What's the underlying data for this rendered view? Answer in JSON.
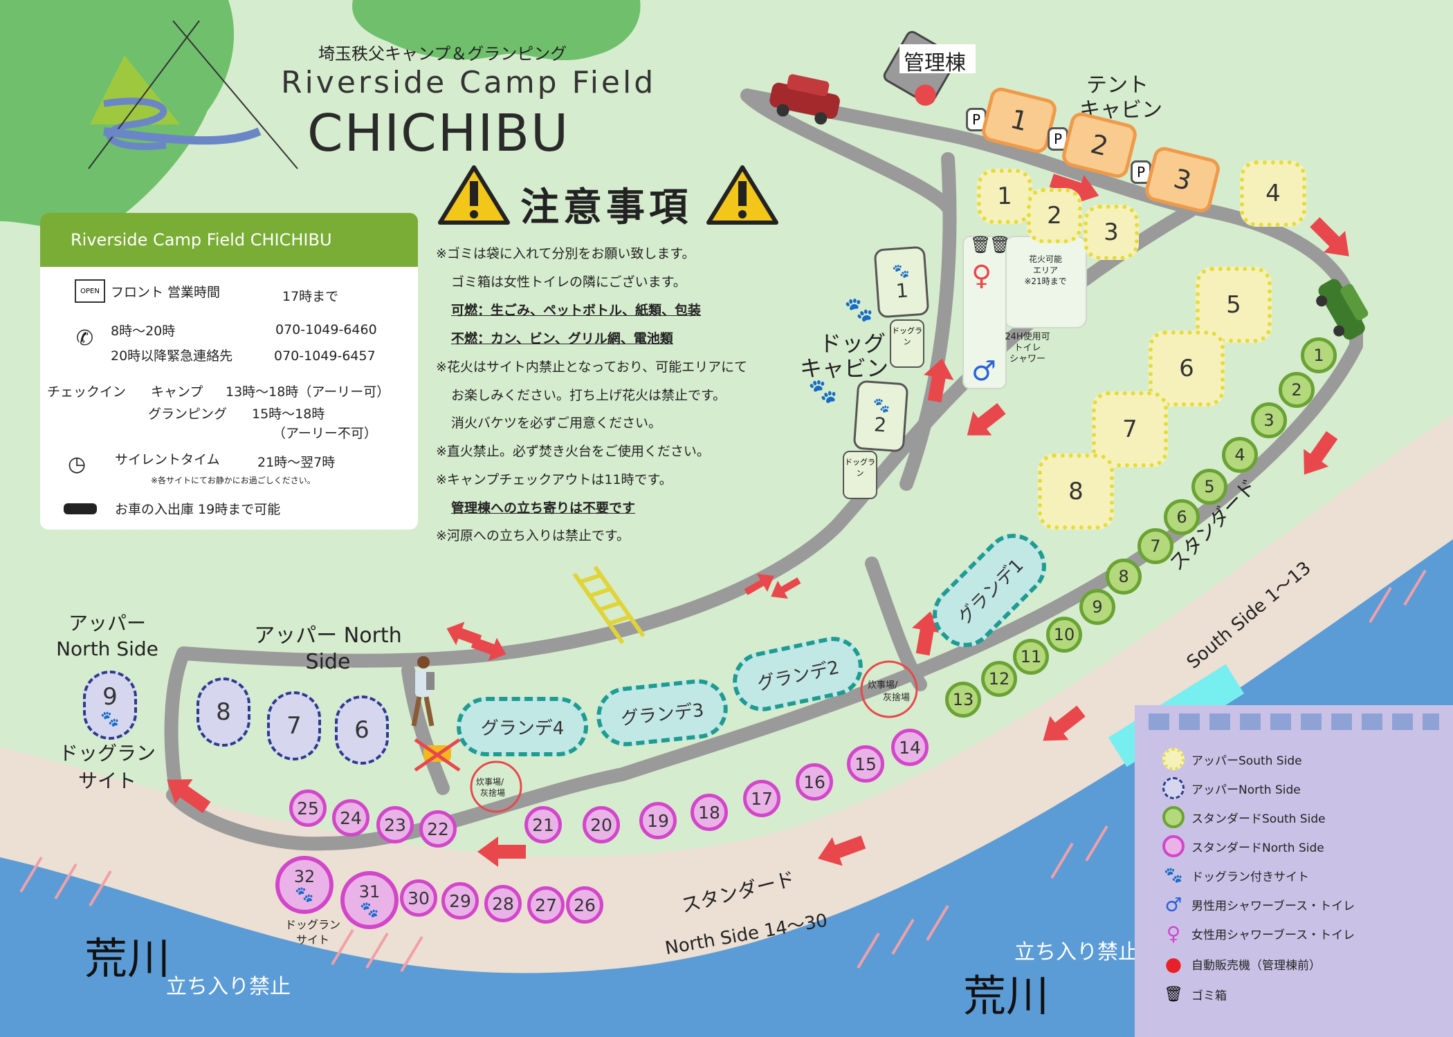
{
  "header": {
    "subtitle": "埼玉秩父キャンプ＆グランピング",
    "brand_line1": "Riverside Camp Field",
    "brand_line2": "CHICHIBU"
  },
  "info_card": {
    "title": "Riverside Camp Field CHICHIBU",
    "front_label": "フロント 営業時間",
    "front_hours": "17時まで",
    "open_sign": "OPEN",
    "phone_hours": "8時〜20時",
    "phone_1": "070-1049-6460",
    "emergency_label": "20時以降緊急連絡先",
    "phone_2": "070-1049-6457",
    "checkin_label": "チェックイン",
    "camp_label": "キャンプ",
    "camp_time": "13時〜18時（アーリー可）",
    "glamping_label": "グランピング",
    "glamping_time": "15時〜18時",
    "glamping_note": "（アーリー不可）",
    "silent_label": "サイレントタイム",
    "silent_time": "21時〜翌7時",
    "silent_note": "※各サイトにてお静かにお過ごしください。",
    "car_text": "お車の入出庫 19時まで可能"
  },
  "notice": {
    "title": "注意事項",
    "lines": [
      "※ゴミは袋に入れて分別をお願い致します。",
      "ゴミ箱は女性トイレの隣にございます。",
      "可燃：生ごみ、ペットボトル、紙類、包装",
      "不燃：カン、ビン、グリル網、電池類",
      "※花火はサイト内禁止となっており、可能エリアにて",
      "お楽しみください。打ち上げ花火は禁止です。",
      "消火バケツを必ずご用意ください。",
      "※直火禁止。必ず焚き火台をご使用ください。",
      "※キャンプチェックアウトは11時です。",
      "管理棟への立ち寄りは不要です",
      "※河原への立ち入りは禁止です。"
    ]
  },
  "map_labels": {
    "admin": "管理棟",
    "tent_cabin_1": "テント",
    "tent_cabin_2": "キャビン",
    "dog_cabin_1": "ドッグ",
    "dog_cabin_2": "キャビン",
    "dogrun_small": "ドッグラン",
    "fireworks_1": "花火可能",
    "fireworks_2": "エリア",
    "fireworks_3": "※21時まで",
    "shower_1": "24H使用可",
    "shower_2": "トイレ",
    "shower_3": "シャワー",
    "upper_north_1": "アッパー",
    "upper_north_2": "North Side",
    "upper_north_center_1": "アッパー North",
    "upper_north_center_2": "Side",
    "dogrun_site_1": "ドッグラン",
    "dogrun_site_2": "サイト",
    "standard_south_1": "スタンダード",
    "standard_south_2": "South Side 1〜13",
    "standard_north_1": "スタンダード",
    "standard_north_2": "North Side 14〜30",
    "kitchen_1": "炊事場/",
    "kitchen_2": "灰捨場",
    "river": "荒川",
    "no_entry": "立ち入り禁止"
  },
  "sites": {
    "tent_cabins": [
      "1",
      "2",
      "3"
    ],
    "upper_south": [
      "1",
      "2",
      "3",
      "4",
      "5",
      "6",
      "7",
      "8"
    ],
    "dog_cabins": [
      "1",
      "2"
    ],
    "upper_north": [
      "6",
      "7",
      "8",
      "9"
    ],
    "grande": [
      "グランデ1",
      "グランデ2",
      "グランデ3",
      "グランデ4"
    ],
    "standard_south": [
      "1",
      "2",
      "3",
      "4",
      "5",
      "6",
      "7",
      "8",
      "9",
      "10",
      "11",
      "12",
      "13"
    ],
    "standard_north": [
      "14",
      "15",
      "16",
      "17",
      "18",
      "19",
      "20",
      "21",
      "22",
      "23",
      "24",
      "25",
      "26",
      "27",
      "28",
      "29",
      "30",
      "31",
      "32"
    ],
    "parking_mark": "P"
  },
  "legend": [
    {
      "label": "アッパーSouth Side",
      "icon": "upper-south-swatch"
    },
    {
      "label": "アッパーNorth Side",
      "icon": "upper-north-swatch"
    },
    {
      "label": "スタンダードSouth Side",
      "icon": "standard-south-swatch"
    },
    {
      "label": "スタンダードNorth Side",
      "icon": "standard-north-swatch"
    },
    {
      "label": "ドッグラン付きサイト",
      "icon": "paw-icon"
    },
    {
      "label": "男性用シャワーブース・トイレ",
      "icon": "male-icon"
    },
    {
      "label": "女性用シャワーブース・トイレ",
      "icon": "female-icon"
    },
    {
      "label": "自動販売機（管理棟前）",
      "icon": "map-pin-icon"
    },
    {
      "label": "ゴミ箱",
      "icon": "trash-icon"
    }
  ],
  "colors": {
    "grass": "#d6ecce",
    "road": "#9a9a9a",
    "river": "#5b9cd6",
    "sand": "#ecdfd3",
    "card_header": "#79ad35",
    "arrow": "#e8484c"
  }
}
